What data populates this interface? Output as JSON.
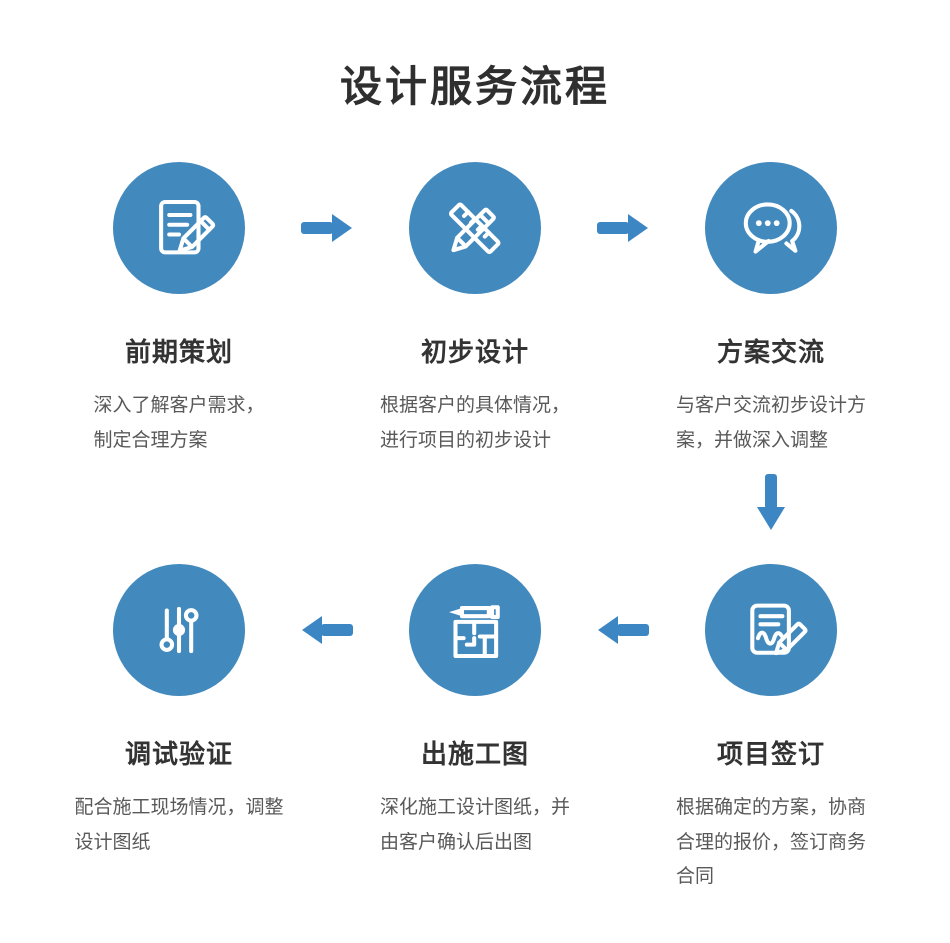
{
  "page": {
    "title": "设计服务流程",
    "background": "#ffffff"
  },
  "colors": {
    "circle_blue": "#4289be",
    "arrow_blue": "#3d86c4",
    "title_dark": "#2f2f2f",
    "step_title": "#333333",
    "description": "#595959",
    "icon_white": "#ffffff"
  },
  "steps": [
    {
      "order": 1,
      "icon": "document-pencil-icon",
      "title": "前期策划",
      "description": "深入了解客户需求，\n制定合理方案"
    },
    {
      "order": 2,
      "icon": "pencil-ruler-icon",
      "title": "初步设计",
      "description": "根据客户的具体情况，\n进行项目的初步设计"
    },
    {
      "order": 3,
      "icon": "chat-bubbles-icon",
      "title": "方案交流",
      "description": "与客户交流初步设计方\n案，并做深入调整"
    },
    {
      "order": 4,
      "icon": "contract-signing-icon",
      "title": "项目签订",
      "description": "根据确定的方案，协商\n合理的报价，签订商务\n合同"
    },
    {
      "order": 5,
      "icon": "floor-plan-pencil-icon",
      "title": "出施工图",
      "description": "深化施工设计图纸，并\n由客户确认后出图"
    },
    {
      "order": 6,
      "icon": "sliders-icon",
      "title": "调试验证",
      "description": "配合施工现场情况，调整\n设计图纸"
    }
  ],
  "flow": {
    "row1_direction": "right",
    "connector_between_rows": "down",
    "row2_direction": "left"
  }
}
